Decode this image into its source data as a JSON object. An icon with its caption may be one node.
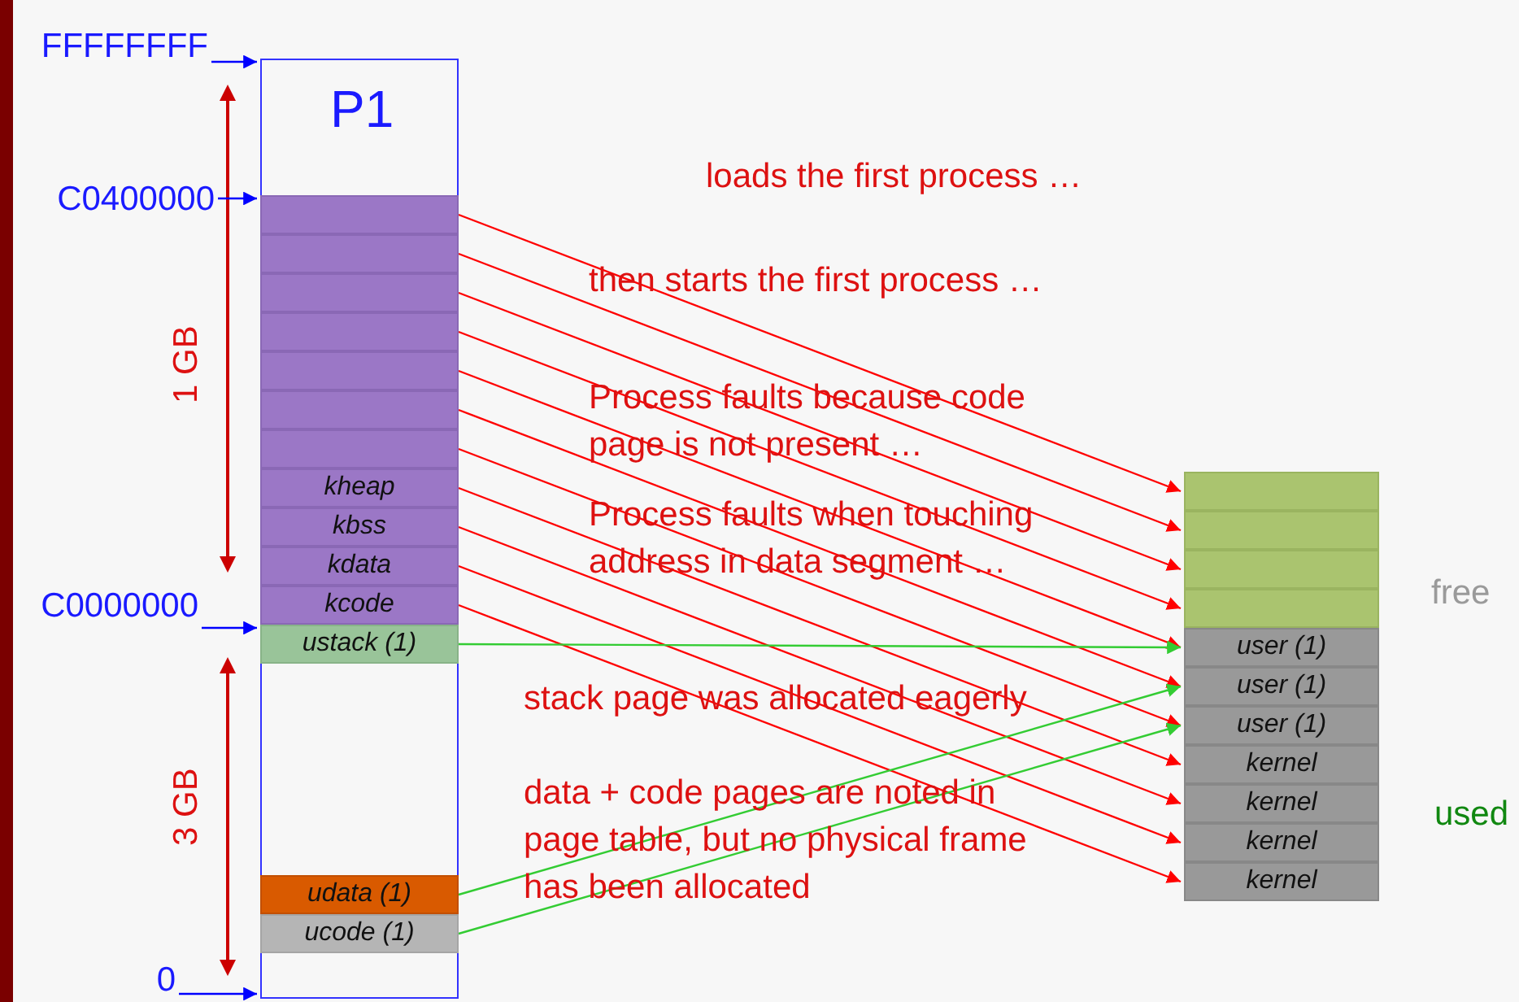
{
  "diagram": {
    "nodes": [
      {
        "text": [
          "P1"
        ]
      },
      {
        "text": [],
        "shape": "box",
        "in": 0
      },
      {
        "text": [],
        "shape": "box",
        "in": 0
      },
      {
        "text": [],
        "shape": "box",
        "in": 0
      },
      {
        "text": [],
        "shape": "box",
        "in": 0
      },
      {
        "text": [],
        "shape": "box",
        "in": 0
      },
      {
        "text": [],
        "shape": "box",
        "in": 0
      },
      {
        "text": [],
        "shape": "box",
        "in": 0
      },
      {
        "text": [
          "kheap"
        ],
        "in": 0
      },
      {
        "text": [
          "kbss"
        ],
        "in": 0
      },
      {
        "text": [
          "kdata"
        ],
        "in": 0
      },
      {
        "text": [
          "kcode"
        ],
        "in": 0
      },
      {
        "text": [
          "ustack (1)"
        ],
        "in": 0
      },
      {
        "text": [
          "udata (1)"
        ],
        "in": 0
      },
      {
        "text": [
          "ucode (1)"
        ],
        "in": 0
      },
      {
        "text": [],
        "shape": "box"
      },
      {
        "text": [],
        "shape": "box"
      },
      {
        "text": [],
        "shape": "box"
      },
      {
        "text": [],
        "shape": "box"
      },
      {
        "text": [
          "user (1)"
        ]
      },
      {
        "text": [
          "user (1)"
        ]
      },
      {
        "text": [
          "user (1)"
        ]
      },
      {
        "text": [
          "kernel"
        ]
      },
      {
        "text": [
          "kernel"
        ]
      },
      {
        "text": [
          "kernel"
        ]
      },
      {
        "text": [
          "kernel"
        ]
      },
      {
        "text": [
          "FFFFFFFF"
        ]
      },
      {
        "text": [
          "C0400000"
        ]
      },
      {
        "text": [
          "C0000000"
        ]
      },
      {
        "text": [
          "0"
        ]
      }
    ],
    "edges": [
      {
        "from": 1,
        "to": 15,
        "arrow": "to"
      },
      {
        "from": 2,
        "to": 16,
        "arrow": "to"
      },
      {
        "from": 3,
        "to": 17,
        "arrow": "to"
      },
      {
        "from": 4,
        "to": 18,
        "arrow": "to"
      },
      {
        "from": 5,
        "to": 19,
        "arrow": "to"
      },
      {
        "from": 6,
        "to": 20,
        "arrow": "to"
      },
      {
        "from": 7,
        "to": 21,
        "arrow": "to"
      },
      {
        "from": 8,
        "to": 22,
        "arrow": "to"
      },
      {
        "from": 9,
        "to": 23,
        "arrow": "to"
      },
      {
        "from": 10,
        "to": 24,
        "arrow": "to"
      },
      {
        "from": 11,
        "to": 25,
        "arrow": "to"
      },
      {
        "from": 12,
        "to": 19,
        "arrow": "to",
        "color": "#33cc33"
      },
      {
        "from": 13,
        "to": 20,
        "arrow": "to",
        "color": "#33cc33"
      },
      {
        "from": 14,
        "to": 21,
        "arrow": "to",
        "color": "#33cc33"
      },
      {
        "from": 26,
        "to": 0,
        "arrow": "to",
        "color": "#0000ff"
      },
      {
        "from": 27,
        "to": 1,
        "arrow": "to",
        "color": "#0000ff"
      },
      {
        "from": 28,
        "to": 12,
        "arrow": "to",
        "color": "#0000ff"
      },
      {
        "from": 29,
        "to": 0,
        "arrow": "to",
        "color": "#0000ff"
      }
    ],
    "labels": [
      "1 GB",
      "loads the first process …",
      "then starts the first process …",
      "Process faults because code page is not present …",
      "Process faults when touching address in data segment …",
      "free",
      "stack page was allocated eagerly",
      "3 GB",
      "used",
      "data + code pages are noted in page table, but no physical frame has been allocated"
    ]
  }
}
